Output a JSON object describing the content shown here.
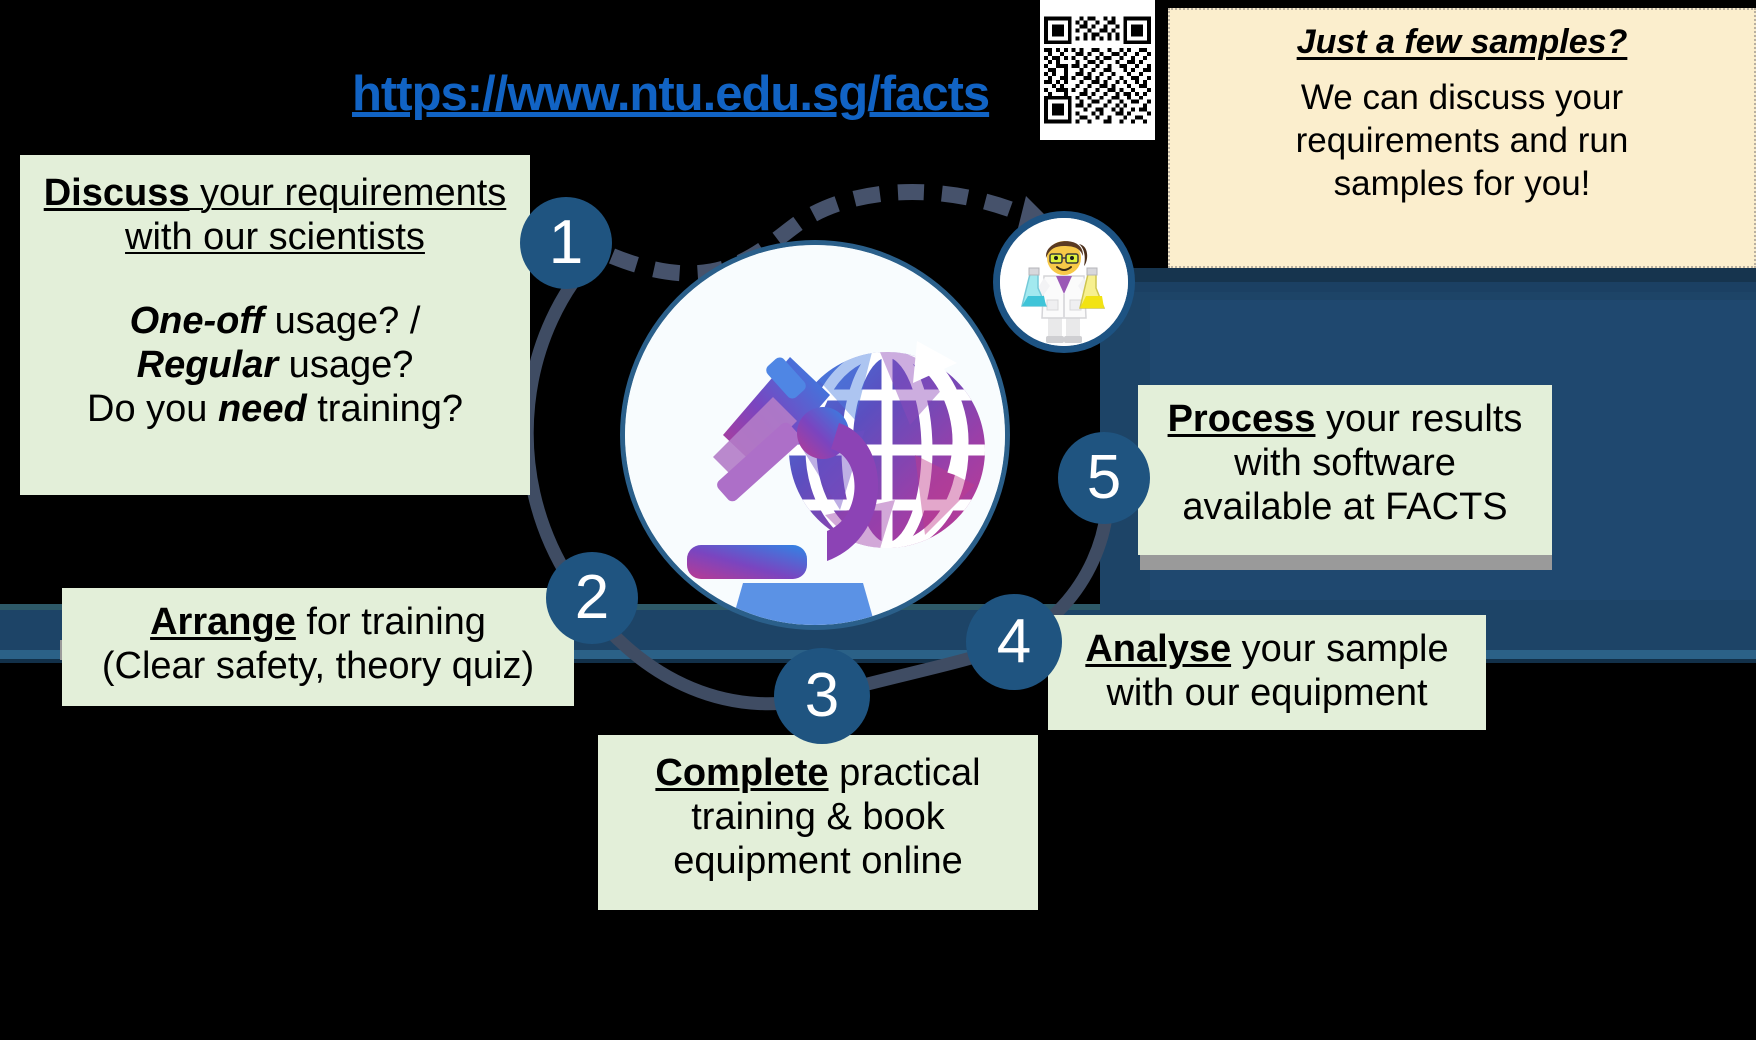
{
  "page": {
    "background": "#000000",
    "accent_blue": "#1f5480",
    "green_box": "#e3efd9",
    "cream_box": "#fbeecd",
    "link_color": "#1163c4",
    "arc_color": "#3f4c63"
  },
  "link": {
    "name": "facts-url",
    "text": "https://www.ntu.edu.sg/facts"
  },
  "qr": {
    "name": "qr-code",
    "alt": "QR code to FACTS website"
  },
  "callout": {
    "heading": "Just a few samples?",
    "body_lines": [
      "We can discuss your",
      "requirements and run",
      "samples for you!"
    ]
  },
  "logo": {
    "name": "facts-logo",
    "alt": "FACTS microscope and globe logo"
  },
  "mascot": {
    "name": "lego-scientist",
    "alt": "LEGO scientist minifigure holding flasks"
  },
  "steps": [
    {
      "number": "1",
      "lines": [
        [
          {
            "t": "Discuss",
            "s": "u"
          },
          {
            "t": " your requirements",
            "s": "uline"
          }
        ],
        [
          {
            "t": "with our scientists",
            "s": "uline"
          }
        ]
      ],
      "sub_lines": [
        [
          {
            "t": "One-off",
            "s": "i"
          },
          {
            "t": " usage? /",
            "s": ""
          }
        ],
        [
          {
            "t": "Regular",
            "s": "i"
          },
          {
            "t": " usage?",
            "s": ""
          }
        ],
        [
          {
            "t": "Do you ",
            "s": ""
          },
          {
            "t": "need",
            "s": "i"
          },
          {
            "t": " training?",
            "s": ""
          }
        ]
      ]
    },
    {
      "number": "2",
      "lines": [
        [
          {
            "t": "Arrange",
            "s": "u"
          },
          {
            "t": " for training",
            "s": ""
          }
        ],
        [
          {
            "t": "(Clear safety, theory quiz)",
            "s": ""
          }
        ]
      ],
      "sub_lines": []
    },
    {
      "number": "3",
      "lines": [
        [
          {
            "t": "Complete",
            "s": "u"
          },
          {
            "t": " practical",
            "s": ""
          }
        ],
        [
          {
            "t": "training & book",
            "s": ""
          }
        ],
        [
          {
            "t": "equipment online",
            "s": ""
          }
        ]
      ],
      "sub_lines": []
    },
    {
      "number": "4",
      "lines": [
        [
          {
            "t": "Analyse",
            "s": "u"
          },
          {
            "t": " your sample",
            "s": ""
          }
        ],
        [
          {
            "t": "with our equipment",
            "s": ""
          }
        ]
      ],
      "sub_lines": []
    },
    {
      "number": "5",
      "lines": [
        [
          {
            "t": "Process",
            "s": "u"
          },
          {
            "t": " your results",
            "s": ""
          }
        ],
        [
          {
            "t": "with software",
            "s": ""
          }
        ],
        [
          {
            "t": "available at FACTS",
            "s": ""
          }
        ]
      ],
      "sub_lines": []
    }
  ]
}
